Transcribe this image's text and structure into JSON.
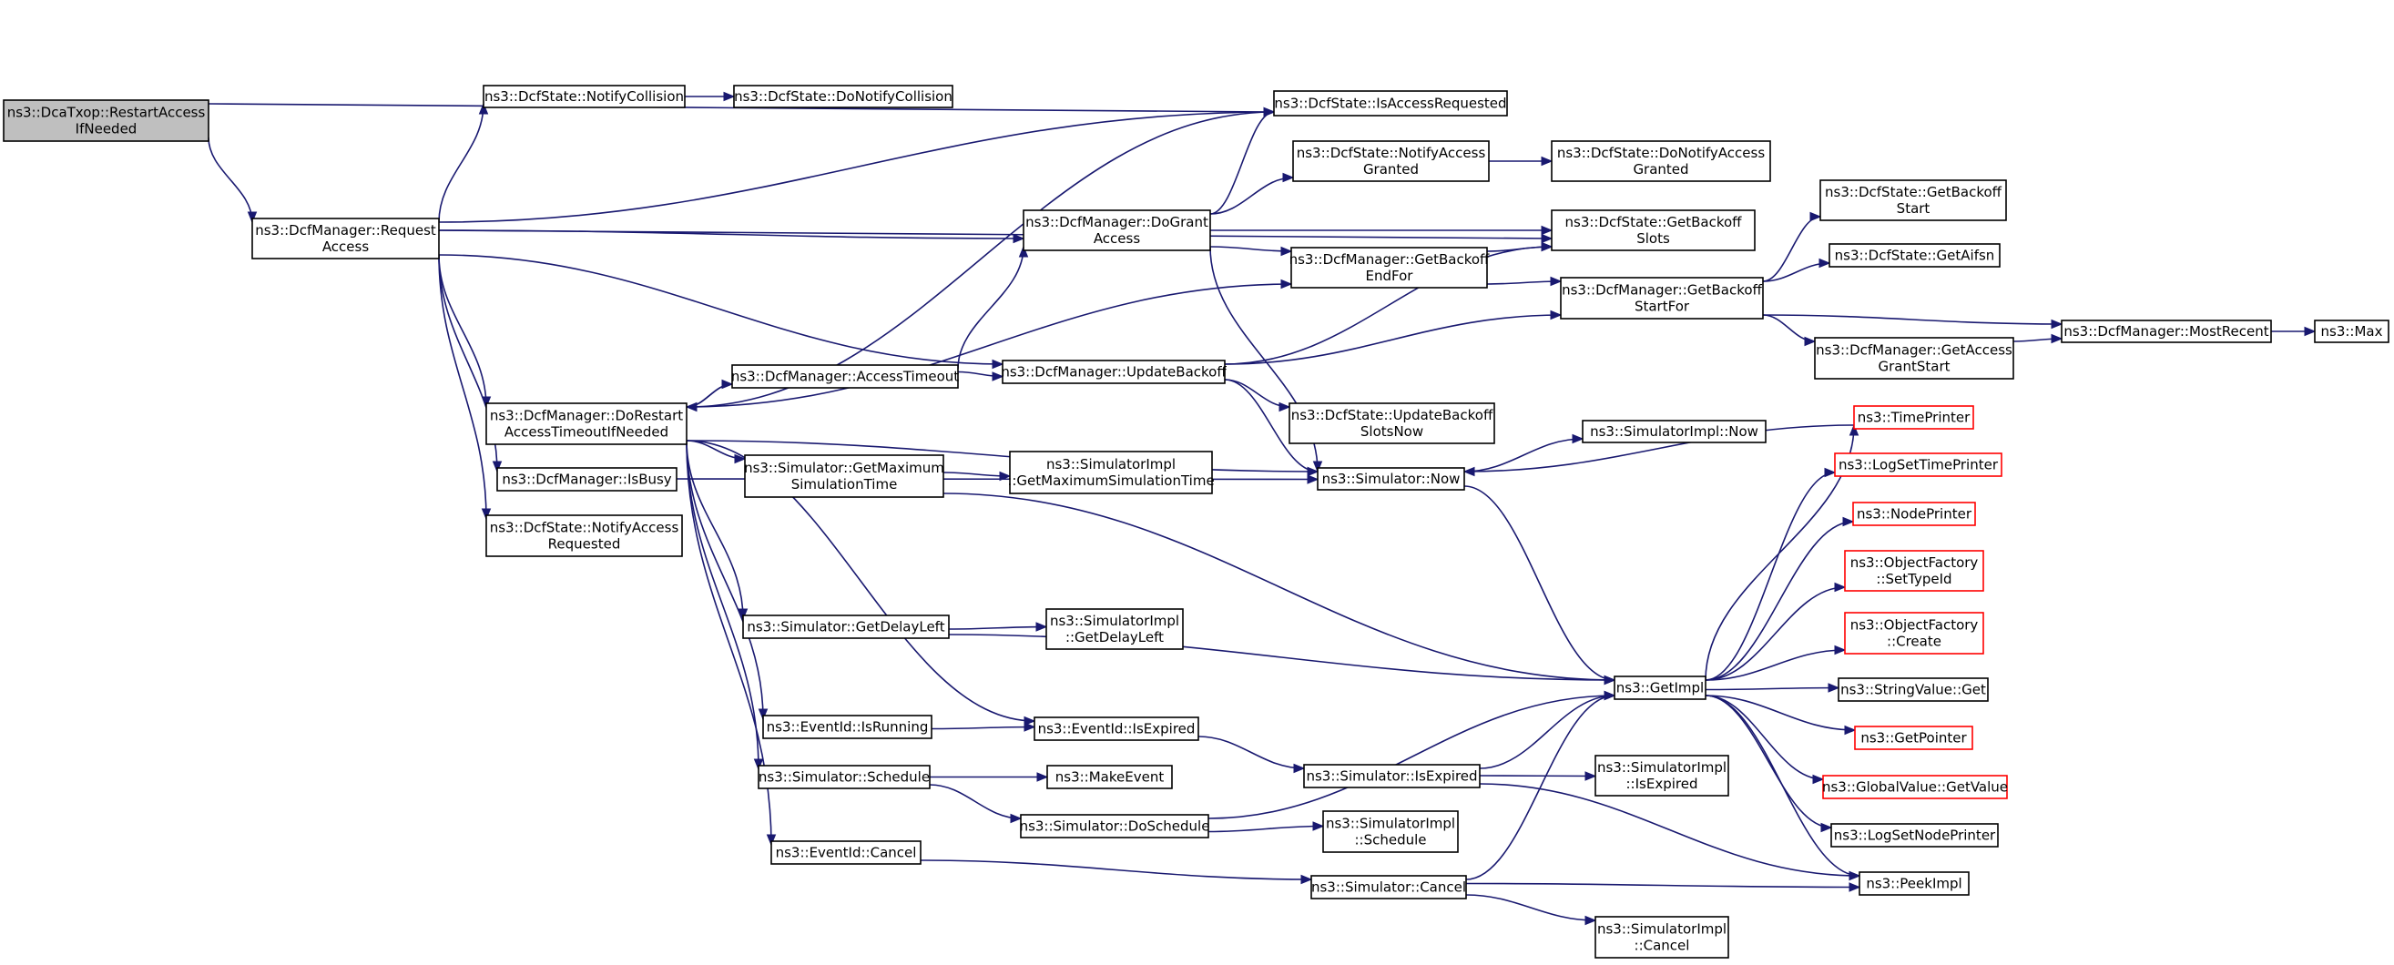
{
  "colors": {
    "edge": "#191970",
    "root_fill": "#bfbfbf",
    "node_border": "#000000",
    "external_border": "#ff0000"
  },
  "nodes": {
    "dca_restart": {
      "lines": [
        "ns3::DcaTxop::RestartAccess",
        "IfNeeded"
      ],
      "kind": "root"
    },
    "request_access": {
      "lines": [
        "ns3::DcfManager::Request",
        "Access"
      ]
    },
    "notify_collision": {
      "lines": [
        "ns3::DcfState::NotifyCollision"
      ]
    },
    "do_notify_collision": {
      "lines": [
        "ns3::DcfState::DoNotifyCollision"
      ]
    },
    "is_access_requested": {
      "lines": [
        "ns3::DcfState::IsAccessRequested"
      ]
    },
    "notify_access_granted": {
      "lines": [
        "ns3::DcfState::NotifyAccess",
        "Granted"
      ]
    },
    "do_notify_access_granted": {
      "lines": [
        "ns3::DcfState::DoNotifyAccess",
        "Granted"
      ]
    },
    "do_grant_access": {
      "lines": [
        "ns3::DcfManager::DoGrant",
        "Access"
      ]
    },
    "get_backoff_slots": {
      "lines": [
        "ns3::DcfState::GetBackoff",
        "Slots"
      ]
    },
    "get_backoff_end_for": {
      "lines": [
        "ns3::DcfManager::GetBackoff",
        "EndFor"
      ]
    },
    "get_backoff_start": {
      "lines": [
        "ns3::DcfState::GetBackoff",
        "Start"
      ]
    },
    "get_backoff_start_for": {
      "lines": [
        "ns3::DcfManager::GetBackoff",
        "StartFor"
      ]
    },
    "get_aifsn": {
      "lines": [
        "ns3::DcfState::GetAifsn"
      ]
    },
    "get_access_grant_start": {
      "lines": [
        "ns3::DcfManager::GetAccess",
        "GrantStart"
      ]
    },
    "most_recent": {
      "lines": [
        "ns3::DcfManager::MostRecent"
      ]
    },
    "max": {
      "lines": [
        "ns3::Max"
      ]
    },
    "access_timeout": {
      "lines": [
        "ns3::DcfManager::AccessTimeout"
      ]
    },
    "update_backoff": {
      "lines": [
        "ns3::DcfManager::UpdateBackoff"
      ]
    },
    "do_restart": {
      "lines": [
        "ns3::DcfManager::DoRestart",
        "AccessTimeoutIfNeeded"
      ]
    },
    "update_backoff_slots_now": {
      "lines": [
        "ns3::DcfState::UpdateBackoff",
        "SlotsNow"
      ]
    },
    "simulator_impl_now": {
      "lines": [
        "ns3::SimulatorImpl::Now"
      ]
    },
    "simulator_now": {
      "lines": [
        "ns3::Simulator::Now"
      ]
    },
    "is_busy": {
      "lines": [
        "ns3::DcfManager::IsBusy"
      ]
    },
    "notify_access_requested": {
      "lines": [
        "ns3::DcfState::NotifyAccess",
        "Requested"
      ]
    },
    "get_maximum_simulation_time": {
      "lines": [
        "ns3::Simulator::GetMaximum",
        "SimulationTime"
      ]
    },
    "impl_get_maximum_simulation_time": {
      "lines": [
        "ns3::SimulatorImpl",
        "::GetMaximumSimulationTime"
      ]
    },
    "time_printer": {
      "lines": [
        "ns3::TimePrinter"
      ],
      "kind": "external"
    },
    "log_set_time_printer": {
      "lines": [
        "ns3::LogSetTimePrinter"
      ],
      "kind": "external"
    },
    "node_printer": {
      "lines": [
        "ns3::NodePrinter"
      ],
      "kind": "external"
    },
    "object_factory_set_type_id": {
      "lines": [
        "ns3::ObjectFactory",
        "::SetTypeId"
      ],
      "kind": "external"
    },
    "object_factory_create": {
      "lines": [
        "ns3::ObjectFactory",
        "::Create"
      ],
      "kind": "external"
    },
    "get_delay_left": {
      "lines": [
        "ns3::Simulator::GetDelayLeft"
      ]
    },
    "impl_get_delay_left": {
      "lines": [
        "ns3::SimulatorImpl",
        "::GetDelayLeft"
      ]
    },
    "get_impl": {
      "lines": [
        "ns3::GetImpl"
      ]
    },
    "string_value_get": {
      "lines": [
        "ns3::StringValue::Get"
      ]
    },
    "event_is_running": {
      "lines": [
        "ns3::EventId::IsRunning"
      ]
    },
    "event_is_expired": {
      "lines": [
        "ns3::EventId::IsExpired"
      ]
    },
    "get_pointer": {
      "lines": [
        "ns3::GetPointer"
      ],
      "kind": "external"
    },
    "simulator_is_expired": {
      "lines": [
        "ns3::Simulator::IsExpired"
      ]
    },
    "impl_is_expired": {
      "lines": [
        "ns3::SimulatorImpl",
        "::IsExpired"
      ]
    },
    "global_value_get_value": {
      "lines": [
        "ns3::GlobalValue::GetValue"
      ],
      "kind": "external"
    },
    "simulator_schedule": {
      "lines": [
        "ns3::Simulator::Schedule"
      ]
    },
    "make_event": {
      "lines": [
        "ns3::MakeEvent"
      ]
    },
    "do_schedule": {
      "lines": [
        "ns3::Simulator::DoSchedule"
      ]
    },
    "impl_schedule": {
      "lines": [
        "ns3::SimulatorImpl",
        "::Schedule"
      ]
    },
    "log_set_node_printer": {
      "lines": [
        "ns3::LogSetNodePrinter"
      ]
    },
    "event_cancel": {
      "lines": [
        "ns3::EventId::Cancel"
      ]
    },
    "simulator_cancel": {
      "lines": [
        "ns3::Simulator::Cancel"
      ]
    },
    "peek_impl": {
      "lines": [
        "ns3::PeekImpl"
      ]
    },
    "impl_cancel": {
      "lines": [
        "ns3::SimulatorImpl",
        "::Cancel"
      ]
    }
  },
  "edges": [
    [
      "dca_restart",
      "request_access"
    ],
    [
      "dca_restart",
      "is_access_requested"
    ],
    [
      "request_access",
      "notify_collision"
    ],
    [
      "request_access",
      "is_access_requested"
    ],
    [
      "request_access",
      "get_backoff_slots"
    ],
    [
      "request_access",
      "do_grant_access"
    ],
    [
      "request_access",
      "update_backoff"
    ],
    [
      "request_access",
      "do_restart"
    ],
    [
      "request_access",
      "is_busy"
    ],
    [
      "request_access",
      "notify_access_requested"
    ],
    [
      "notify_collision",
      "do_notify_collision"
    ],
    [
      "notify_access_granted",
      "do_notify_access_granted"
    ],
    [
      "do_grant_access",
      "is_access_requested"
    ],
    [
      "do_grant_access",
      "notify_access_granted"
    ],
    [
      "do_grant_access",
      "get_backoff_slots"
    ],
    [
      "do_grant_access",
      "get_backoff_end_for"
    ],
    [
      "do_grant_access",
      "simulator_now"
    ],
    [
      "get_backoff_end_for",
      "get_backoff_slots"
    ],
    [
      "get_backoff_end_for",
      "get_backoff_start_for"
    ],
    [
      "get_backoff_start_for",
      "get_backoff_start"
    ],
    [
      "get_backoff_start_for",
      "get_aifsn"
    ],
    [
      "get_backoff_start_for",
      "most_recent"
    ],
    [
      "get_backoff_start_for",
      "get_access_grant_start"
    ],
    [
      "get_access_grant_start",
      "most_recent"
    ],
    [
      "most_recent",
      "max"
    ],
    [
      "do_restart",
      "is_access_requested"
    ],
    [
      "do_restart",
      "get_backoff_end_for"
    ],
    [
      "do_restart",
      "access_timeout"
    ],
    [
      "do_restart",
      "simulator_now"
    ],
    [
      "do_restart",
      "get_maximum_simulation_time"
    ],
    [
      "do_restart",
      "get_delay_left"
    ],
    [
      "do_restart",
      "event_is_running"
    ],
    [
      "do_restart",
      "event_is_expired"
    ],
    [
      "do_restart",
      "simulator_schedule"
    ],
    [
      "do_restart",
      "event_cancel"
    ],
    [
      "access_timeout",
      "do_restart"
    ],
    [
      "access_timeout",
      "do_grant_access"
    ],
    [
      "access_timeout",
      "update_backoff"
    ],
    [
      "update_backoff",
      "get_backoff_slots"
    ],
    [
      "update_backoff",
      "get_backoff_start_for"
    ],
    [
      "update_backoff",
      "update_backoff_slots_now"
    ],
    [
      "update_backoff",
      "simulator_now"
    ],
    [
      "is_busy",
      "simulator_now"
    ],
    [
      "simulator_now",
      "simulator_impl_now"
    ],
    [
      "simulator_now",
      "get_impl"
    ],
    [
      "get_maximum_simulation_time",
      "impl_get_maximum_simulation_time"
    ],
    [
      "get_maximum_simulation_time",
      "get_impl"
    ],
    [
      "get_delay_left",
      "impl_get_delay_left"
    ],
    [
      "get_delay_left",
      "get_impl"
    ],
    [
      "event_is_running",
      "event_is_expired"
    ],
    [
      "event_is_expired",
      "simulator_is_expired"
    ],
    [
      "simulator_is_expired",
      "impl_is_expired"
    ],
    [
      "simulator_is_expired",
      "get_impl"
    ],
    [
      "simulator_is_expired",
      "peek_impl"
    ],
    [
      "simulator_schedule",
      "make_event"
    ],
    [
      "simulator_schedule",
      "do_schedule"
    ],
    [
      "do_schedule",
      "impl_schedule"
    ],
    [
      "do_schedule",
      "get_impl"
    ],
    [
      "event_cancel",
      "simulator_cancel"
    ],
    [
      "simulator_cancel",
      "get_impl"
    ],
    [
      "simulator_cancel",
      "peek_impl"
    ],
    [
      "simulator_cancel",
      "impl_cancel"
    ],
    [
      "get_impl",
      "time_printer"
    ],
    [
      "get_impl",
      "log_set_time_printer"
    ],
    [
      "get_impl",
      "node_printer"
    ],
    [
      "get_impl",
      "object_factory_set_type_id"
    ],
    [
      "get_impl",
      "object_factory_create"
    ],
    [
      "get_impl",
      "string_value_get"
    ],
    [
      "get_impl",
      "get_pointer"
    ],
    [
      "get_impl",
      "global_value_get_value"
    ],
    [
      "get_impl",
      "log_set_node_printer"
    ],
    [
      "get_impl",
      "peek_impl"
    ],
    [
      "time_printer",
      "simulator_now"
    ]
  ]
}
